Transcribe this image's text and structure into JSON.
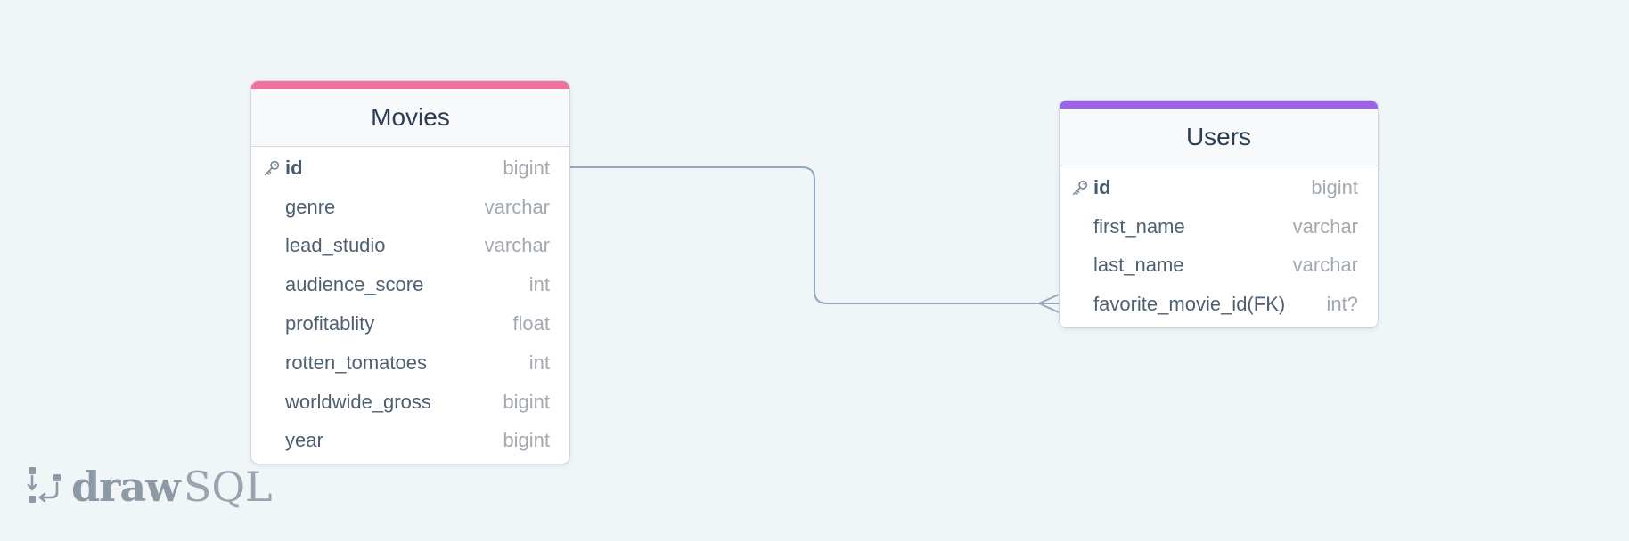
{
  "diagram": {
    "tables": [
      {
        "name": "Movies",
        "accent_color": "#f0729a",
        "columns": [
          {
            "name": "id",
            "type": "bigint",
            "primary_key": true
          },
          {
            "name": "genre",
            "type": "varchar"
          },
          {
            "name": "lead_studio",
            "type": "varchar"
          },
          {
            "name": "audience_score",
            "type": "int"
          },
          {
            "name": "profitablity",
            "type": "float"
          },
          {
            "name": "rotten_tomatoes",
            "type": "int"
          },
          {
            "name": "worldwide_gross",
            "type": "bigint"
          },
          {
            "name": "year",
            "type": "bigint"
          }
        ]
      },
      {
        "name": "Users",
        "accent_color": "#9b64e6",
        "columns": [
          {
            "name": "id",
            "type": "bigint",
            "primary_key": true
          },
          {
            "name": "first_name",
            "type": "varchar"
          },
          {
            "name": "last_name",
            "type": "varchar"
          },
          {
            "name": "favorite_movie_id(FK)",
            "type": "int?"
          }
        ]
      }
    ],
    "relationship": {
      "from": "Movies.id",
      "to": "Users.favorite_movie_id(FK)",
      "from_end": "one",
      "to_end": "many",
      "line_color": "#97a8bf"
    }
  },
  "branding": {
    "logo_icon": "drawsql-logo-icon",
    "logo_bold": "draw",
    "logo_light": "SQL"
  },
  "icons": {
    "key": "key-icon"
  }
}
